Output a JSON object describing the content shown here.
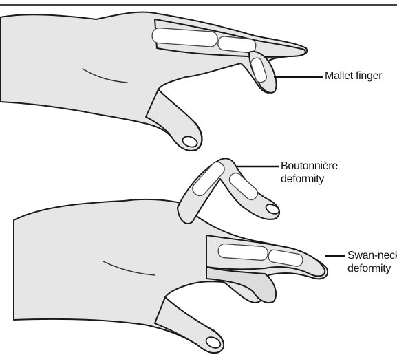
{
  "labels": {
    "mallet": "Mallet finger",
    "boutonniere_line1": "Boutonnière",
    "boutonniere_line2": "deformity",
    "swan_line1": "Swan-neck",
    "swan_line2": "deformity"
  },
  "colors": {
    "skin": "#e6e6e6",
    "outline": "#1a1a1a",
    "bone": "#ffffff",
    "border": "#000000"
  }
}
